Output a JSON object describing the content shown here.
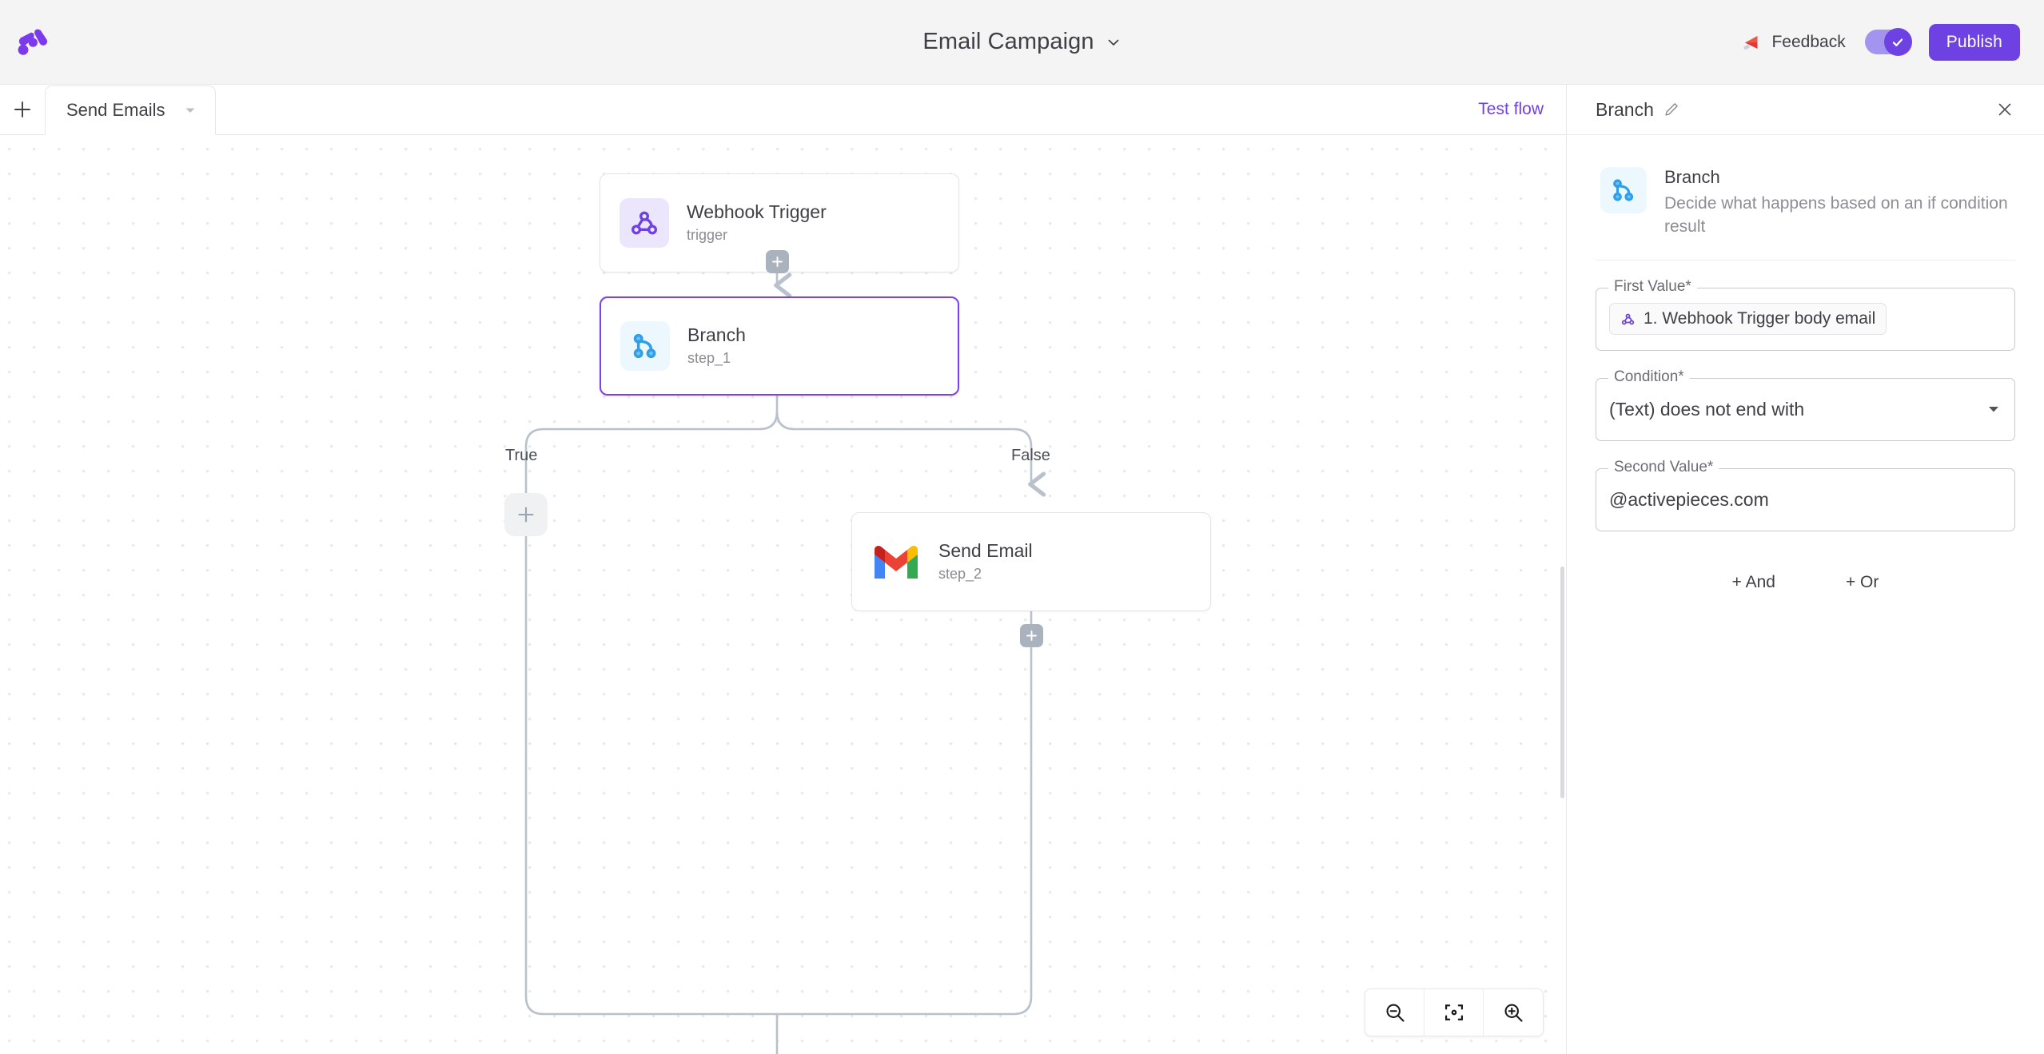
{
  "header": {
    "logo_icon": "activepieces-logo-icon",
    "title": "Email Campaign",
    "title_caret_icon": "chevron-down-icon",
    "feedback_icon": "megaphone-icon",
    "feedback_label": "Feedback",
    "toggle_state": "on",
    "toggle_icon": "check-icon",
    "publish_label": "Publish",
    "accent_color": "#6e41e2"
  },
  "toolbar": {
    "add_icon": "plus-icon",
    "tab_label": "Send Emails",
    "tab_caret_icon": "caret-down-icon",
    "test_flow_label": "Test flow"
  },
  "canvas": {
    "nodes": [
      {
        "id": "trigger",
        "title": "Webhook Trigger",
        "subtitle": "trigger",
        "icon": "webhook-icon",
        "selected": false
      },
      {
        "id": "step_1",
        "title": "Branch",
        "subtitle": "step_1",
        "icon": "branch-icon",
        "selected": true
      },
      {
        "id": "step_2",
        "title": "Send Email",
        "subtitle": "step_2",
        "icon": "gmail-icon",
        "selected": false
      }
    ],
    "branch_labels": {
      "true": "True",
      "false": "False"
    },
    "add_step_icon": "plus-icon",
    "zoom_controls": {
      "zoom_out_icon": "zoom-out-icon",
      "fit_view_icon": "fit-view-icon",
      "zoom_in_icon": "zoom-in-icon"
    }
  },
  "panel": {
    "title": "Branch",
    "edit_icon": "pencil-icon",
    "close_icon": "close-icon",
    "piece": {
      "icon": "branch-icon",
      "name": "Branch",
      "description": "Decide what happens based on an if condition result"
    },
    "fields": {
      "first_value": {
        "label": "First Value*",
        "chip_icon": "webhook-icon",
        "chip_text": "1. Webhook Trigger body email"
      },
      "condition": {
        "label": "Condition*",
        "value": "(Text) does not end with",
        "caret_icon": "caret-down-icon"
      },
      "second_value": {
        "label": "Second Value*",
        "value": "@activepieces.com"
      }
    },
    "logic": {
      "and_label": "+ And",
      "or_label": "+ Or"
    }
  }
}
